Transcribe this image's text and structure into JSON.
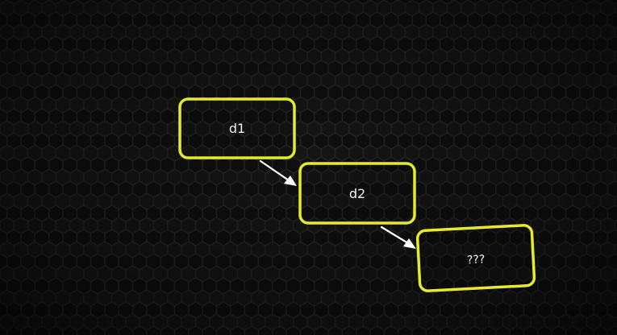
{
  "diagram": {
    "colors": {
      "box_stroke": "#e6ea2a",
      "arrow": "#ffffff",
      "label": "#f2f2f2",
      "background": "#111111",
      "hex_stroke": "#232323"
    },
    "nodes": [
      {
        "id": "d1",
        "label": "d1"
      },
      {
        "id": "d2",
        "label": "d2"
      },
      {
        "id": "unknown",
        "label": "???"
      }
    ],
    "edges": [
      {
        "from": "d1",
        "to": "d2"
      },
      {
        "from": "d2",
        "to": "unknown"
      }
    ]
  }
}
